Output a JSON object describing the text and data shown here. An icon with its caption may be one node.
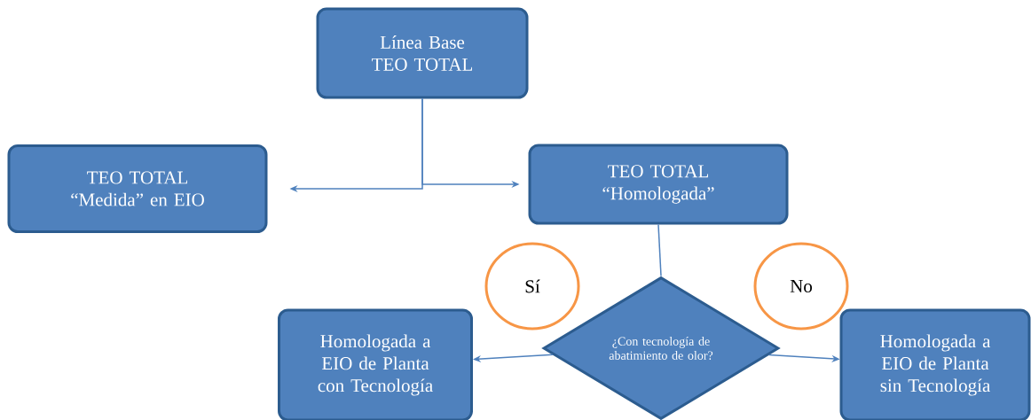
{
  "diagram": {
    "nodes": [
      {
        "text": [
          "Línea Base TEO TOTAL"
        ]
      },
      {
        "text": [
          "TEO TOTAL “Medida” en EIO"
        ]
      },
      {
        "text": [
          "TEO TOTAL “Homologada”"
        ]
      },
      {
        "text": [
          "¿Con tecnología de abatimiento de olor?"
        ]
      },
      {
        "text": [
          "Sí"
        ]
      },
      {
        "text": [
          "No"
        ]
      },
      {
        "text": [
          "Homologada a EIO de Planta con Tecnología"
        ]
      },
      {
        "text": [
          "Homologada a EIO de Planta sin Tecnología"
        ]
      }
    ],
    "edges": [
      {
        "from": 0,
        "to": 1,
        "arrow": "to"
      },
      {
        "from": 0,
        "to": 2,
        "arrow": "to"
      },
      {
        "from": 2,
        "to": 3,
        "arrow": "none"
      },
      {
        "from": 3,
        "to": 6,
        "arrow": "to"
      },
      {
        "from": 3,
        "to": 7,
        "arrow": "to"
      }
    ]
  }
}
